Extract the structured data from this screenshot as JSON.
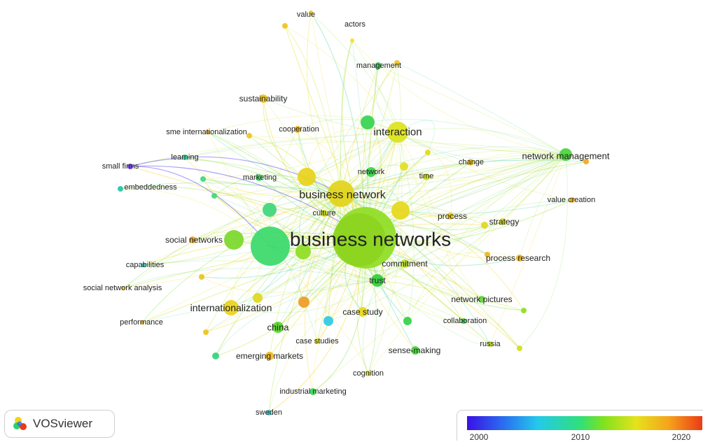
{
  "nodes": [
    {
      "id": "value",
      "label": "value",
      "color": "#f2c218",
      "fs": 11
    },
    {
      "id": "actors",
      "label": "actors",
      "color": "#f5e21a",
      "fs": 11
    },
    {
      "id": "management",
      "label": "management",
      "color": "#2fd05a",
      "fs": 11
    },
    {
      "id": "sustainability",
      "label": "sustainability",
      "color": "#f2c218",
      "fs": 12
    },
    {
      "id": "sme",
      "label": "sme internationalization",
      "color": "#f0a020",
      "fs": 11
    },
    {
      "id": "cooperation",
      "label": "cooperation",
      "color": "#f3b21a",
      "fs": 11
    },
    {
      "id": "interaction",
      "label": "interaction",
      "color": "#dce31a",
      "fs": 15
    },
    {
      "id": "netmgmt",
      "label": "network management",
      "color": "#49d53a",
      "fs": 13
    },
    {
      "id": "learning",
      "label": "learning",
      "color": "#2fd5a5",
      "fs": 11
    },
    {
      "id": "smallfirms",
      "label": "small firms",
      "color": "#6a3ae0",
      "fs": 11
    },
    {
      "id": "embeddedness",
      "label": "embeddedness",
      "color": "#23c7a4",
      "fs": 11
    },
    {
      "id": "marketing",
      "label": "marketing",
      "color": "#3fd869",
      "fs": 11
    },
    {
      "id": "network",
      "label": "network",
      "color": "#35d24a",
      "fs": 11
    },
    {
      "id": "time",
      "label": "time",
      "color": "#cfe21d",
      "fs": 11
    },
    {
      "id": "change",
      "label": "change",
      "color": "#f3c520",
      "fs": 11
    },
    {
      "id": "businessnetwork",
      "label": "business network",
      "color": "#e3d21a",
      "fs": 16
    },
    {
      "id": "valuecreation",
      "label": "value creation",
      "color": "#f0ae1f",
      "fs": 11
    },
    {
      "id": "culture",
      "label": "culture",
      "color": "#d8e21b",
      "fs": 11
    },
    {
      "id": "process",
      "label": "process",
      "color": "#eec61c",
      "fs": 12
    },
    {
      "id": "strategy",
      "label": "strategy",
      "color": "#d5d81d",
      "fs": 12
    },
    {
      "id": "socialnetworks",
      "label": "social networks",
      "color": "#f0a520",
      "fs": 12
    },
    {
      "id": "businessnetworks",
      "label": "business networks",
      "color": "#8fdd24",
      "fs": 28
    },
    {
      "id": "commitment",
      "label": "commitment",
      "color": "#b8e02a",
      "fs": 12
    },
    {
      "id": "processresearch",
      "label": "process research",
      "color": "#f0b21c",
      "fs": 12
    },
    {
      "id": "capabilities",
      "label": "capabilities",
      "color": "#27c9cc",
      "fs": 11
    },
    {
      "id": "sna",
      "label": "social network analysis",
      "color": "#f2cf1a",
      "fs": 11
    },
    {
      "id": "trust",
      "label": "trust",
      "color": "#30cf38",
      "fs": 12
    },
    {
      "id": "networkpictures",
      "label": "network pictures",
      "color": "#5fd63c",
      "fs": 12
    },
    {
      "id": "internationalization",
      "label": "internationalization",
      "color": "#ecd21a",
      "fs": 14
    },
    {
      "id": "casestudy",
      "label": "case study",
      "color": "#e8d81a",
      "fs": 12
    },
    {
      "id": "collaboration",
      "label": "collaboration",
      "color": "#35cf48",
      "fs": 11
    },
    {
      "id": "performance",
      "label": "performance",
      "color": "#f2b01e",
      "fs": 11
    },
    {
      "id": "china",
      "label": "china",
      "color": "#55d52a",
      "fs": 13
    },
    {
      "id": "casestudies",
      "label": "case studies",
      "color": "#e0e21a",
      "fs": 11
    },
    {
      "id": "russia",
      "label": "russia",
      "color": "#c5e21b",
      "fs": 11
    },
    {
      "id": "sensemaking",
      "label": "sense-making",
      "color": "#44d43a",
      "fs": 12
    },
    {
      "id": "emergingmarkets",
      "label": "emerging markets",
      "color": "#f0b51c",
      "fs": 12
    },
    {
      "id": "cognition",
      "label": "cognition",
      "color": "#e5dd1a",
      "fs": 11
    },
    {
      "id": "industrialmarketing",
      "label": "industrial marketing",
      "color": "#3ed45a",
      "fs": 11
    },
    {
      "id": "sweden",
      "label": "sweden",
      "color": "#33c9c8",
      "fs": 11
    },
    {
      "id": "bignode2",
      "label": "",
      "color": "#3ad96a",
      "fs": 0
    },
    {
      "id": "bignode3",
      "label": "",
      "color": "#8cd420",
      "fs": 0
    }
  ],
  "edges_note": "",
  "logo": {
    "text": "VOSviewer"
  },
  "legend": {
    "ticks": [
      "2000",
      "2010",
      "2020"
    ]
  }
}
